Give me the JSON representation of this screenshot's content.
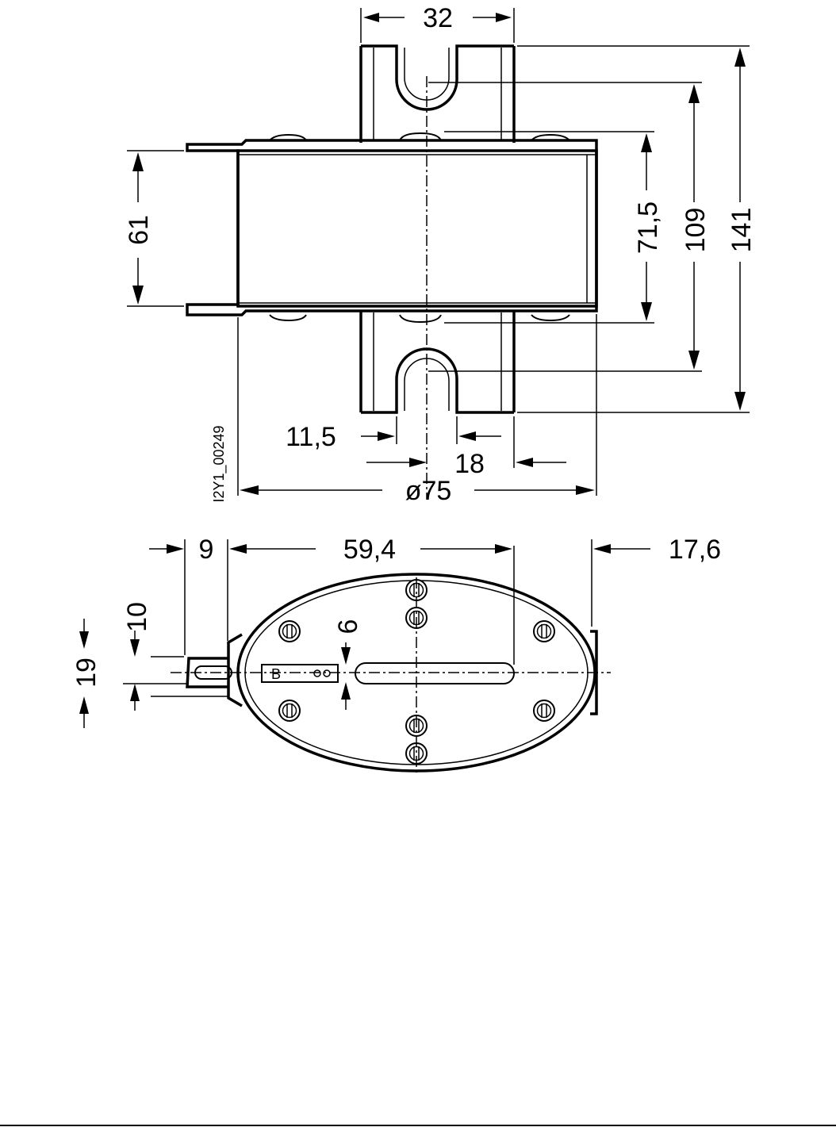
{
  "drawing": {
    "code": "I2Y1_00249",
    "side_view": {
      "width_contact": "32",
      "height_overall": "141",
      "height_slot": "109",
      "height_body_contacts": "71,5",
      "height_body": "61",
      "slot_offset": "11,5",
      "slot_width": "18",
      "diameter": "ø75"
    },
    "top_view": {
      "dim_9": "9",
      "dim_59_4": "59,4",
      "dim_17_6": "17,6",
      "dim_10": "10",
      "dim_19": "19",
      "dim_6": "6"
    }
  }
}
